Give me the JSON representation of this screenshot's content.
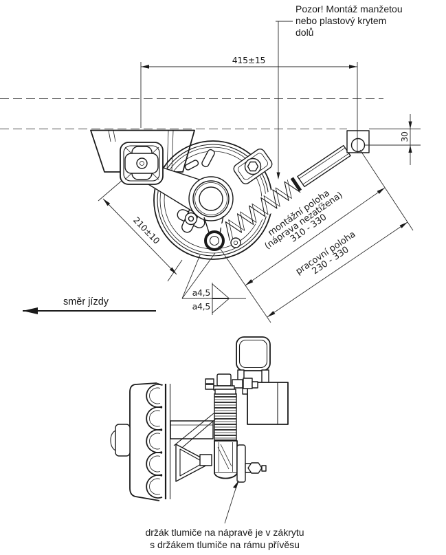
{
  "drawing": {
    "note_top": {
      "line1": "Pozor! Montáž manžetou",
      "line2": "nebo plastový krytem",
      "line3": "dolů"
    },
    "dims": {
      "frame_width": "415±15",
      "bracket_offset": "30",
      "arm_radius": "210±10",
      "mount_pos_line1": "montážní poloha",
      "mount_pos_line2": "(náprava nezatížena)",
      "mount_pos_line3": "310 - 330",
      "work_pos_line1": "pracovní poloha",
      "work_pos_line2": "230 - 330",
      "weld_top": "a4,5",
      "weld_bottom": "a4,5"
    },
    "direction_label": "směr jízdy",
    "note_bottom": {
      "line1": "držák tlumiče na nápravě je v zákrytu",
      "line2": "s držákem tlumiče na rámu přívěsu"
    },
    "colors": {
      "line": "#1a1a1a",
      "background": "#ffffff"
    }
  }
}
